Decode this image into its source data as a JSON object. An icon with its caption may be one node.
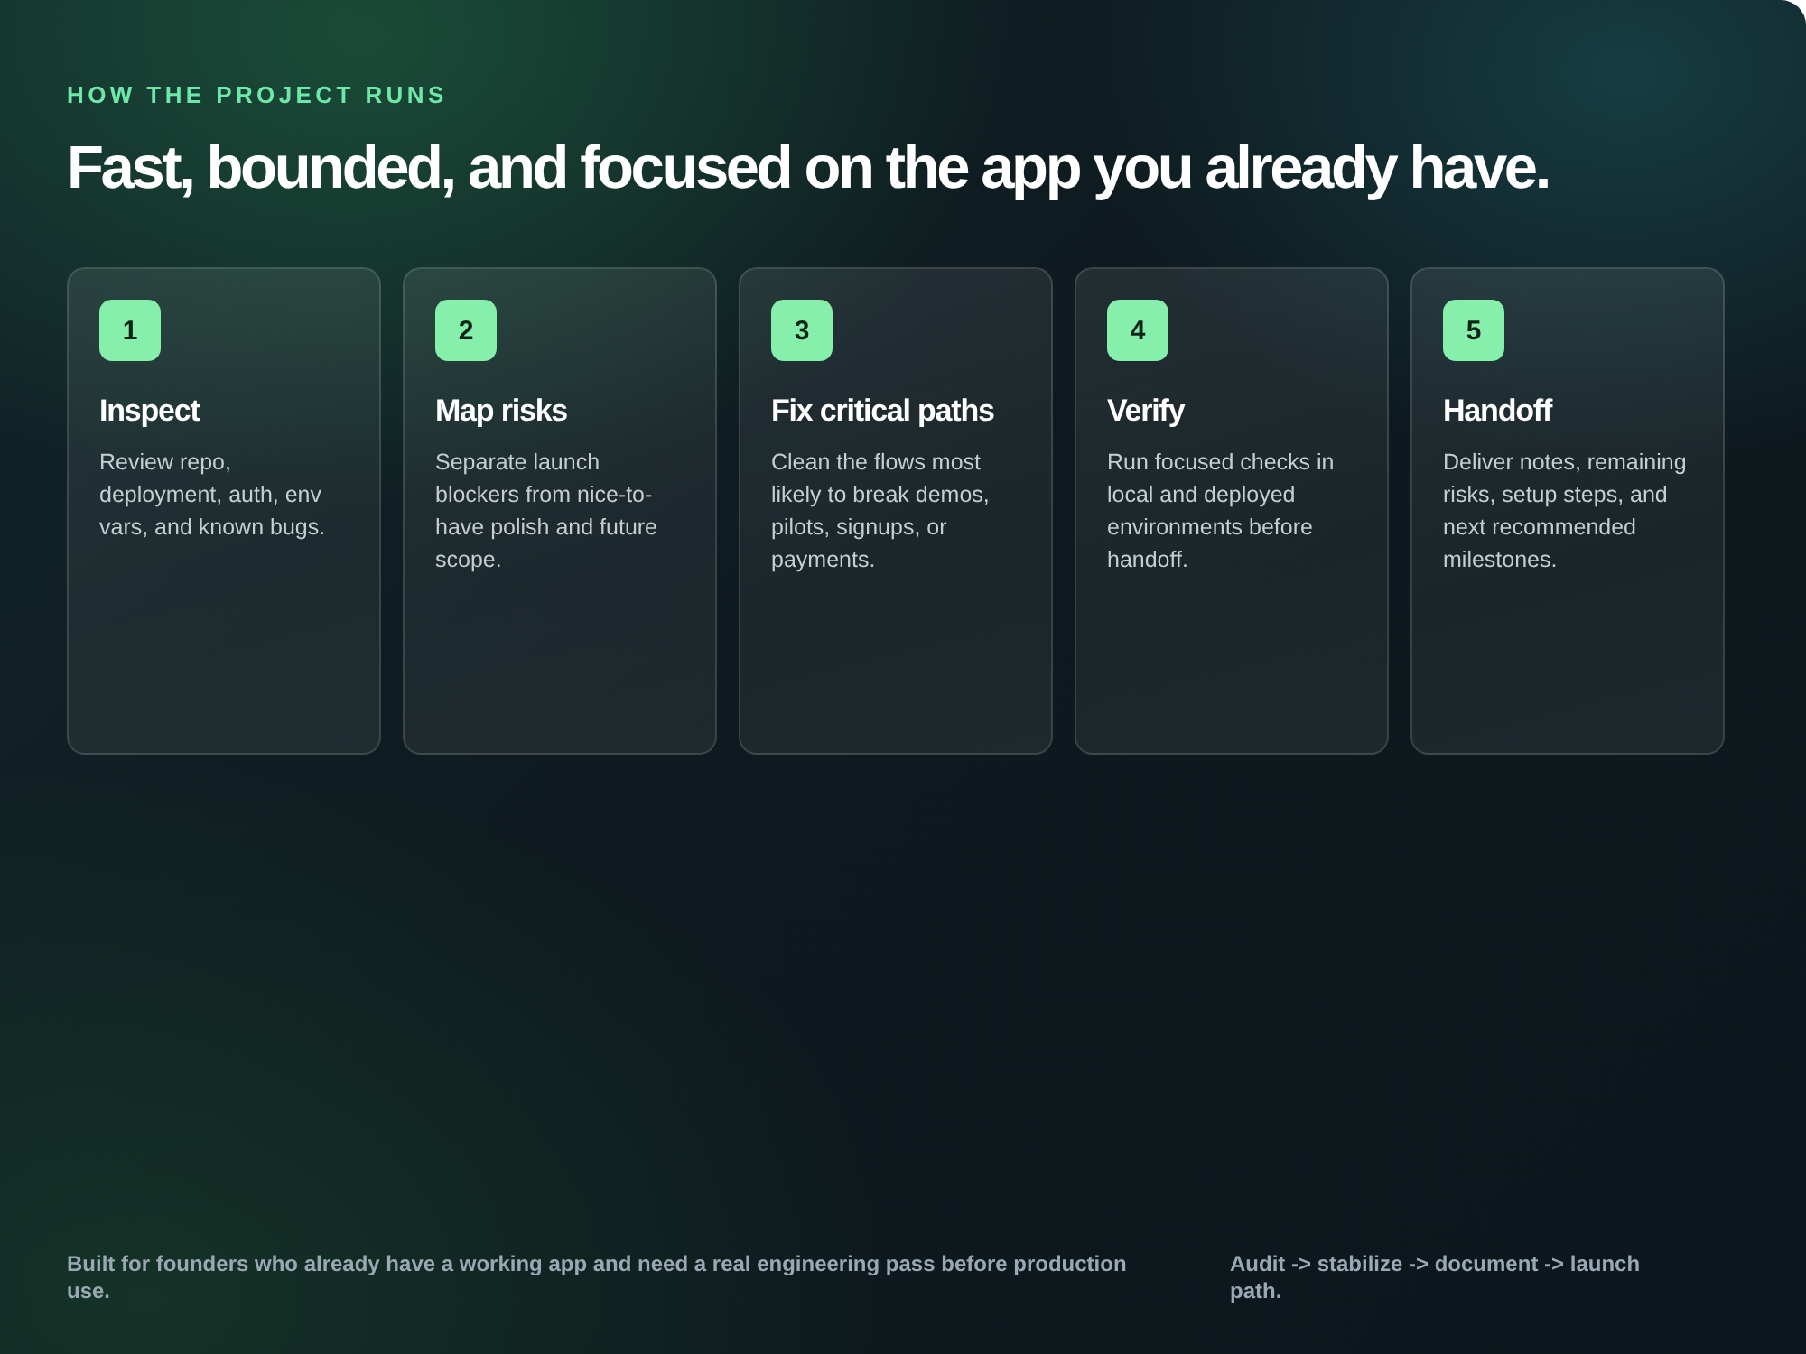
{
  "diagram": {
    "title": "Fast, bounded, and focused on the app you already have.",
    "nodes": [
      {
        "text": [
          "Inspect",
          "Review repo, deployment, auth, env vars, and known bugs."
        ]
      },
      {
        "text": [
          "1"
        ],
        "in": 0
      },
      {
        "text": [
          "Map risks",
          "Separate launch blockers from nice-to-have polish and future scope."
        ]
      },
      {
        "text": [
          "2"
        ],
        "in": 2
      },
      {
        "text": [
          "Fix critical paths",
          "Clean the flows most likely to break demos, pilots, signups, or payments."
        ]
      },
      {
        "text": [
          "3"
        ],
        "in": 4
      },
      {
        "text": [
          "Verify",
          "Run focused checks in local and deployed environments before handoff."
        ]
      },
      {
        "text": [
          "4"
        ],
        "in": 6
      },
      {
        "text": [
          "Handoff",
          "Deliver notes, remaining risks, setup steps, and next recommended milestones."
        ]
      },
      {
        "text": [
          "5"
        ],
        "in": 8
      }
    ],
    "labels": [
      "HOW THE PROJECT RUNS",
      "Built for founders who already have a working app and need a real engineering pass before production use.",
      "Audit -> stabilize -> document -> launch path."
    ]
  }
}
